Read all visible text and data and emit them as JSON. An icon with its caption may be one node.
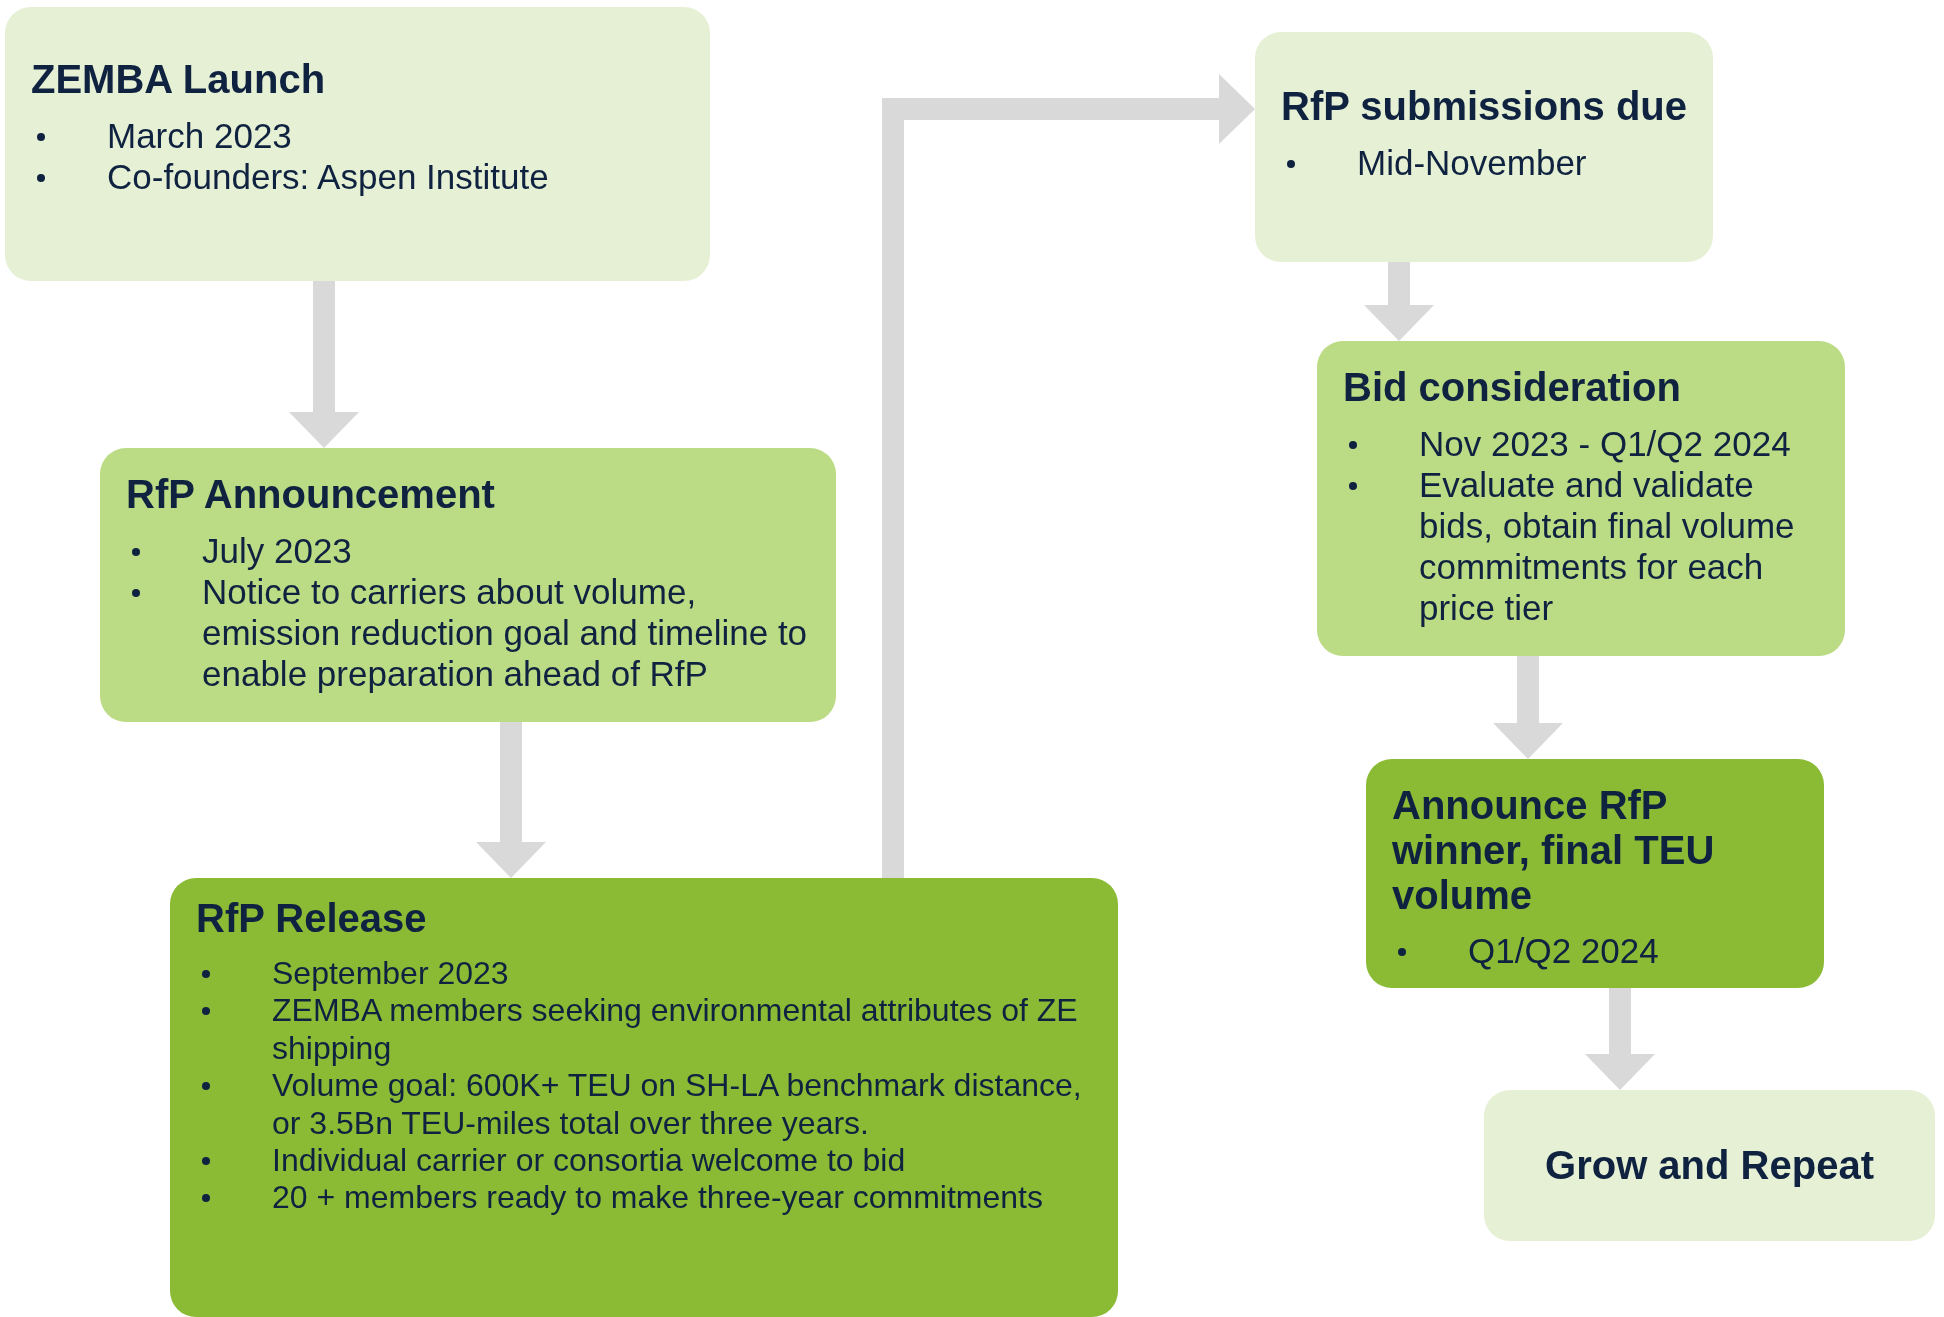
{
  "diagram": {
    "nodes": [
      {
        "text": [
          "ZEMBA Launch",
          "March 2023",
          "Co-founders: Aspen Institute"
        ]
      },
      {
        "text": [
          "RfP Announcement",
          "July 2023",
          "Notice to carriers about volume, emission reduction goal and timeline to enable preparation ahead of RfP"
        ]
      },
      {
        "text": [
          "RfP Release",
          "September 2023",
          "ZEMBA members seeking environmental attributes of ZE shipping",
          "Volume goal: 600K+ TEU on SH-LA benchmark distance, or 3.5Bn TEU-miles total over three years.",
          "Individual carrier or consortia welcome to bid",
          "20 + members ready to make three-year commitments"
        ]
      },
      {
        "text": [
          "RfP submissions due",
          "Mid-November"
        ]
      },
      {
        "text": [
          "Bid consideration",
          "Nov 2023 - Q1/Q2 2024",
          "Evaluate and validate bids, obtain final volume commitments for each price tier"
        ]
      },
      {
        "text": [
          "Announce RfP winner, final TEU volume",
          "Q1/Q2 2024"
        ]
      },
      {
        "text": [
          "Grow and Repeat"
        ]
      }
    ],
    "edges": [
      {
        "from": 0,
        "to": 1,
        "arrow": "to"
      },
      {
        "from": 1,
        "to": 2,
        "arrow": "to"
      },
      {
        "from": 2,
        "to": 3,
        "arrow": "to"
      },
      {
        "from": 3,
        "to": 4,
        "arrow": "to"
      },
      {
        "from": 4,
        "to": 5,
        "arrow": "to"
      },
      {
        "from": 5,
        "to": 6,
        "arrow": "to"
      }
    ]
  }
}
